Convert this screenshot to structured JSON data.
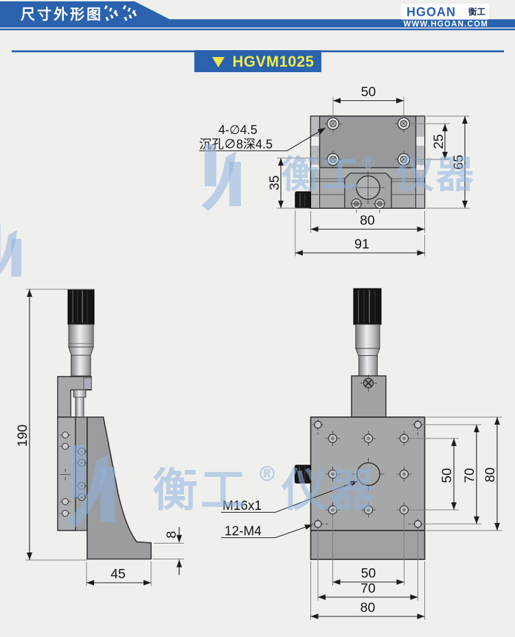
{
  "header": {
    "section_title": "尺寸外形图",
    "brand": "HGOAN",
    "brand_cjk": "衡工",
    "website": "WWW.HGOAN.COM"
  },
  "model_banner": {
    "marker": "▼",
    "model": "HGVM1025"
  },
  "watermark": {
    "part1": "衡工",
    "reg": "®",
    "part2": "仪器"
  },
  "top_view": {
    "callout_line1": "4-∅4.5",
    "callout_line2": "沉孔∅8深4.5",
    "dim_hole_span_x": "50",
    "dim_hole_span_y": "25",
    "dim_depth_total": "65",
    "dim_front_offset": "35",
    "dim_body_width": "80",
    "dim_total_width": "91"
  },
  "side_view": {
    "dim_total_height": "190",
    "dim_base_depth": "45",
    "dim_base_thickness": "8"
  },
  "front_view": {
    "label_center_thread": "M16x1",
    "label_mount_holes": "12-M4",
    "dim_right_inner": "50",
    "dim_right_mid": "70",
    "dim_right_outer": "80",
    "dim_bottom_inner": "50",
    "dim_bottom_mid": "70",
    "dim_bottom_outer": "80"
  },
  "colors": {
    "accent_blue": "#2a62ae",
    "highlight_yellow": "#f2ea4c",
    "watermark_blue": "#8fb3de",
    "body_gray": "#a5a7a9"
  }
}
